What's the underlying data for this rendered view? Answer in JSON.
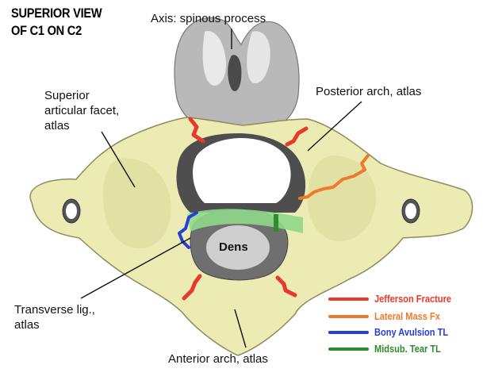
{
  "title": {
    "line1": "SUPERIOR VIEW",
    "line2": "OF C1 ON C2"
  },
  "labels": {
    "axis_spinous": "Axis:  spinous process",
    "facet_line1": "Superior",
    "facet_line2": "articular facet,",
    "facet_line3": "atlas",
    "posterior_arch": "Posterior arch, atlas",
    "dens": "Dens",
    "transverse_line1": "Transverse lig.,",
    "transverse_line2": "atlas",
    "anterior_arch": "Anterior arch, atlas"
  },
  "legend": [
    {
      "label": "Jefferson Fracture",
      "color": "#e8392b"
    },
    {
      "label": "Lateral Mass Fx",
      "color": "#f07a2a"
    },
    {
      "label": "Bony Avulsion TL",
      "color": "#2440d8"
    },
    {
      "label": "Midsub. Tear TL",
      "color": "#2e8b2e"
    }
  ],
  "colors": {
    "bone": "#ecebb4",
    "bone_shadow": "#c9c88a",
    "axis_bone": "#b9b9b9",
    "ligament": "#8fd88a"
  }
}
